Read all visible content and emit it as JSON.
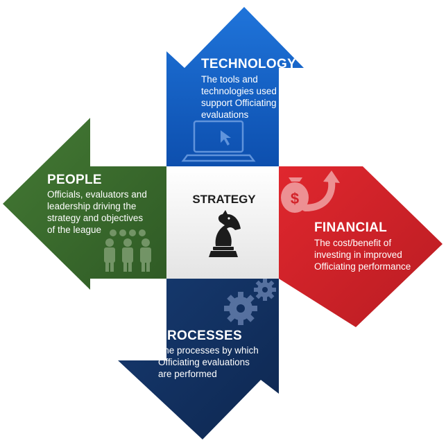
{
  "center": {
    "title": "STRATEGY",
    "icon": "chess-knight-icon"
  },
  "technology": {
    "title": "TECHNOLOGY",
    "desc": [
      "The tools and",
      "technologies used to",
      "support Officiating",
      "evaluations"
    ],
    "color": "#1763c6",
    "icon": "laptop-cursor-icon"
  },
  "people": {
    "title": "PEOPLE",
    "desc": [
      "Officials, evaluators and",
      "leadership driving the",
      "strategy and objectives",
      "of the league"
    ],
    "color": "#3a6a2d",
    "icon": "group-of-people-icon"
  },
  "financial": {
    "title": "FINANCIAL",
    "desc": [
      "The cost/benefit of",
      "investing in improved",
      "Officiating performance"
    ],
    "color": "#d2232a",
    "icon": "money-bag-growth-icon"
  },
  "processes": {
    "title": "PROCESSES",
    "desc": [
      "The processes by which",
      "Officiating evaluations",
      "are performed"
    ],
    "color": "#122f5e",
    "icon": "gears-icon"
  }
}
